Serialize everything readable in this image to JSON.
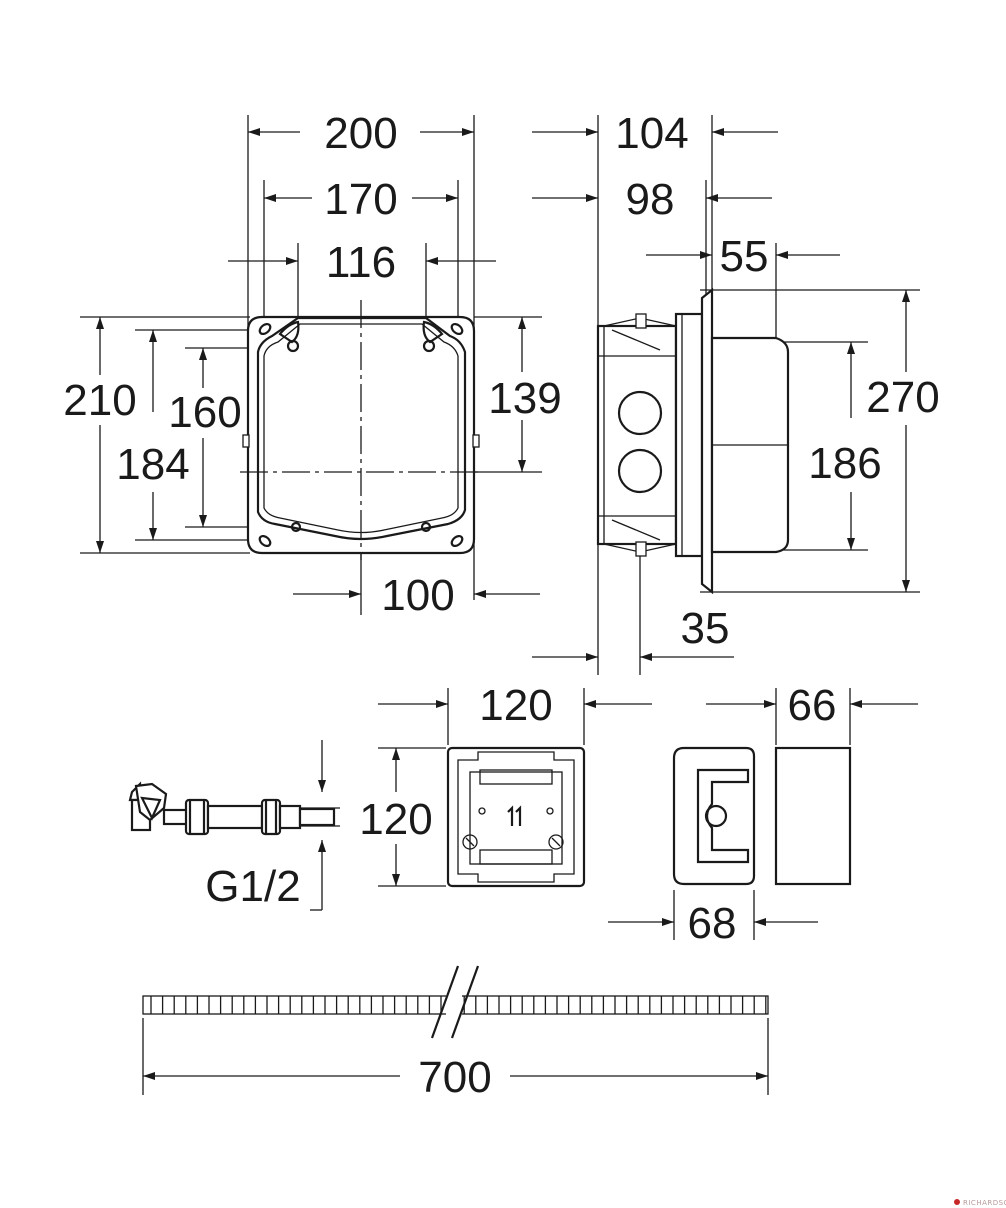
{
  "dimensions": {
    "front_width_overall": "200",
    "front_width_mount": "170",
    "front_width_inner": "116",
    "front_height_overall": "210",
    "front_height_mount": "184",
    "front_height_inner": "160",
    "front_offset_vertical": "139",
    "front_offset_horizontal": "100",
    "side_depth_overall": "104",
    "side_depth_box": "98",
    "side_depth_cover": "55",
    "side_depth_rear": "35",
    "side_height_plate": "270",
    "side_height_cover": "186",
    "module_width": "120",
    "module_height": "120",
    "valve_thread": "G1/2",
    "cover_depth": "66",
    "part_depth": "68",
    "strip_length": "700"
  },
  "watermark": "RICHARDSON"
}
